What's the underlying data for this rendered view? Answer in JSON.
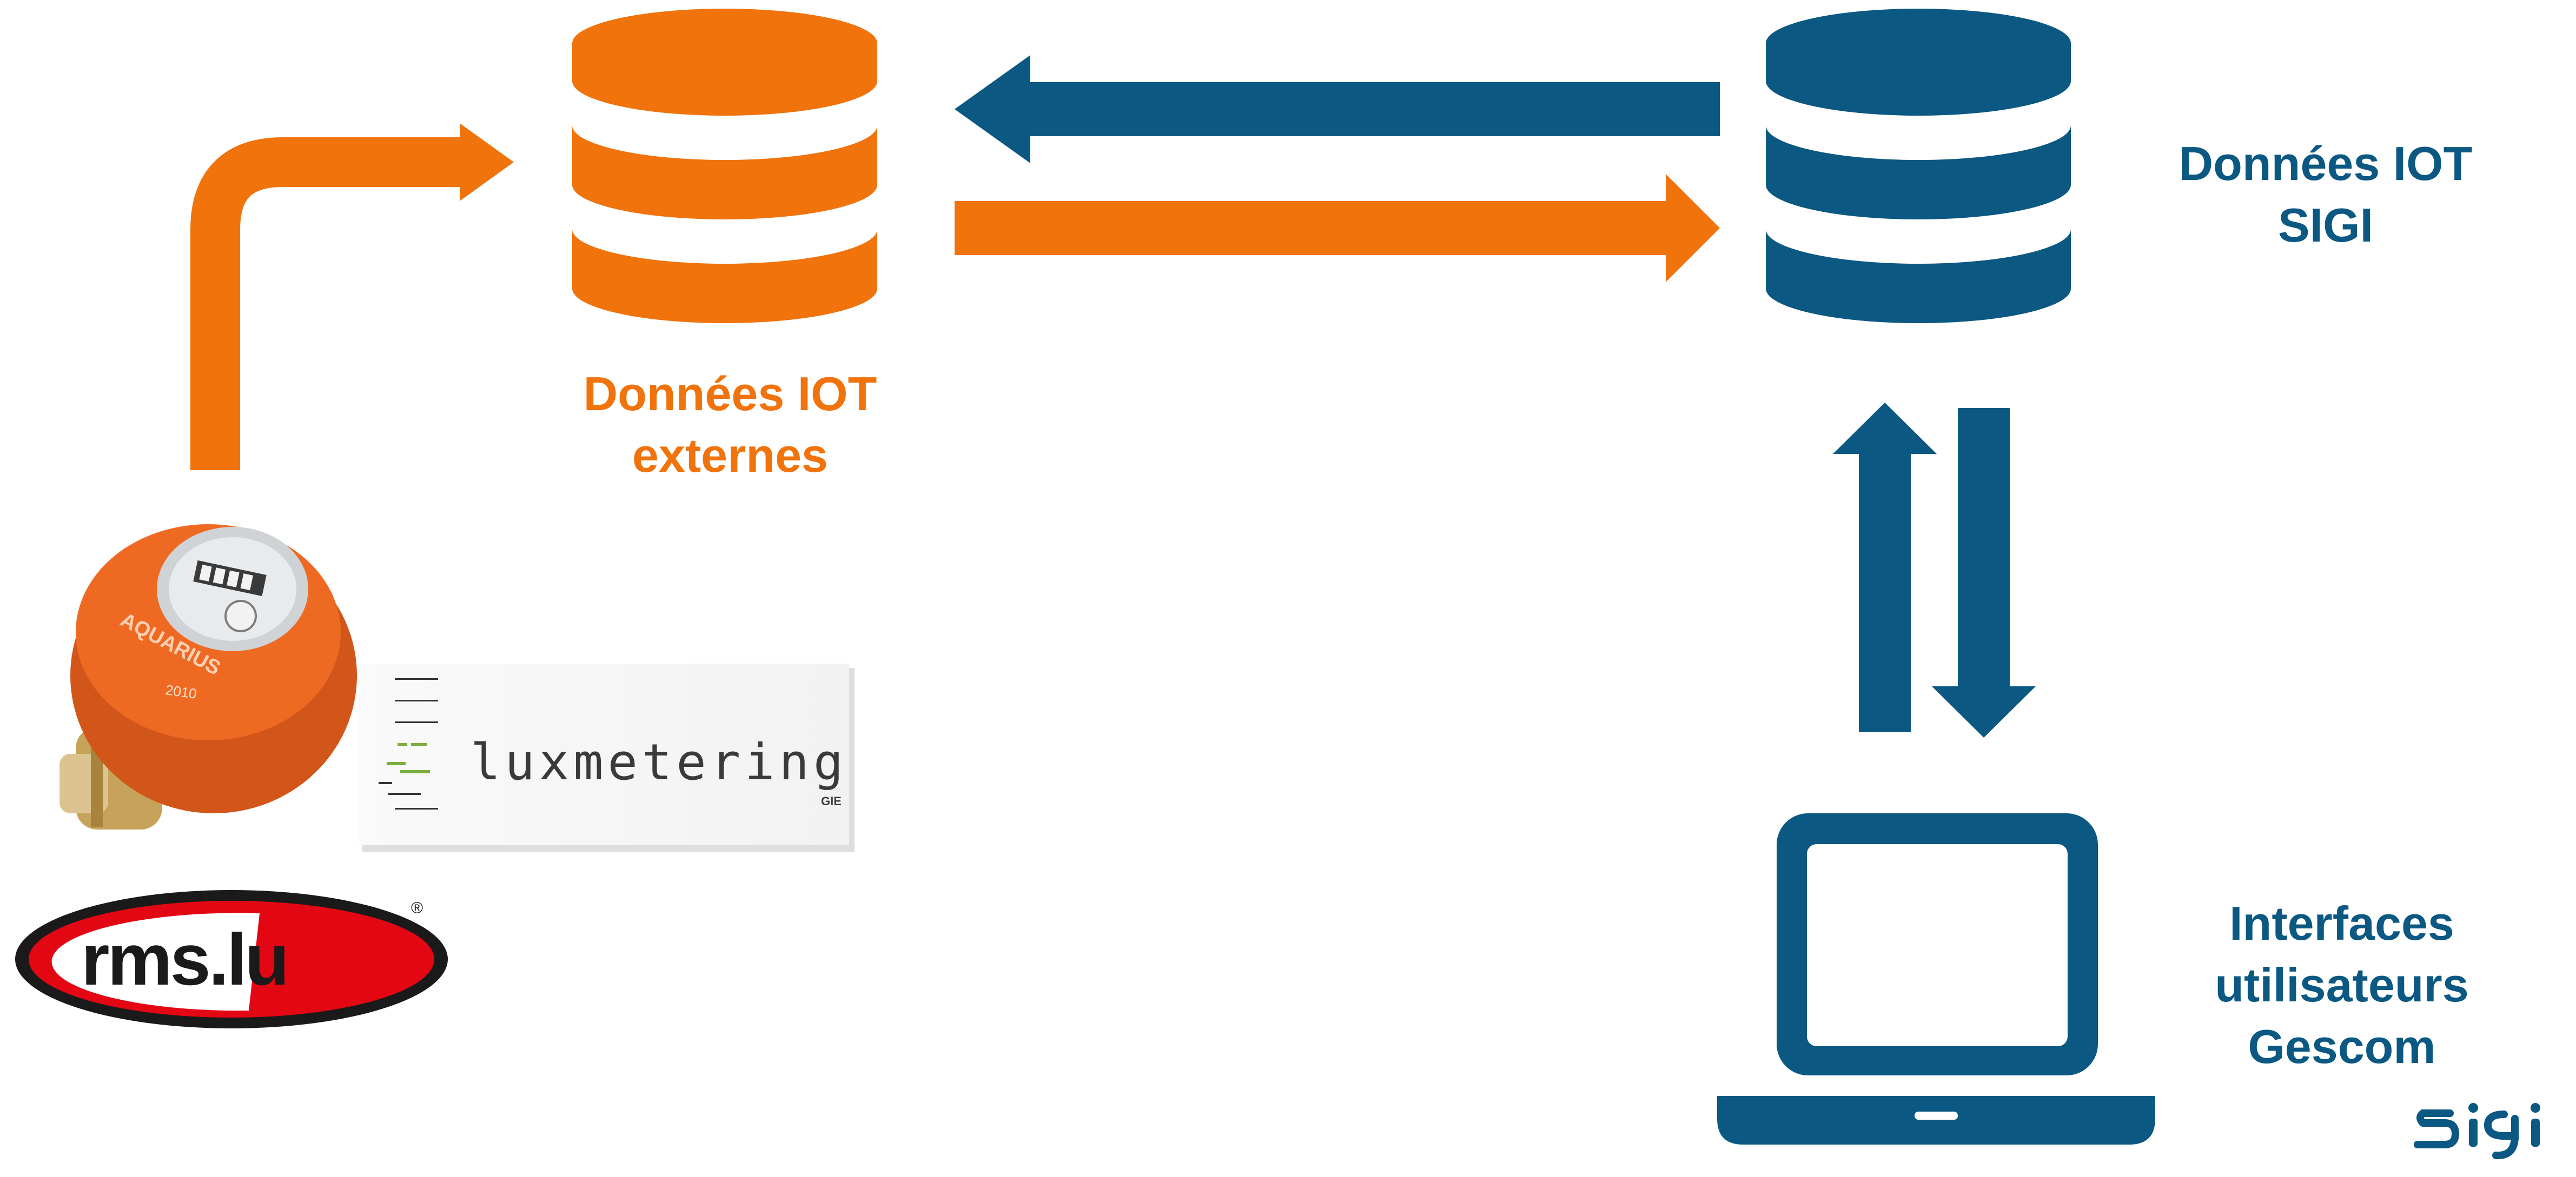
{
  "colors": {
    "orange": "#f0730b",
    "blue": "#0b5882",
    "logo_red": "#e30613"
  },
  "nodes": {
    "external_db": {
      "icon": "database-icon",
      "line1": "Données IOT",
      "line2": "externes"
    },
    "sigi_db": {
      "icon": "database-icon",
      "line1": "Données IOT",
      "line2": "SIGI"
    },
    "gescom": {
      "icon": "laptop-icon",
      "line1": "Interfaces",
      "line2": "utilisateurs",
      "line3": "Gescom"
    }
  },
  "sources": {
    "water_meter": {
      "icon": "water-meter-icon",
      "model": "AQUARIUS",
      "year": "2010"
    },
    "luxmetering": {
      "name": "luxmetering",
      "suffix": "GIE"
    },
    "rms": {
      "name": "rms.lu",
      "registered": "®"
    }
  },
  "brand": {
    "logo": "sigi"
  }
}
